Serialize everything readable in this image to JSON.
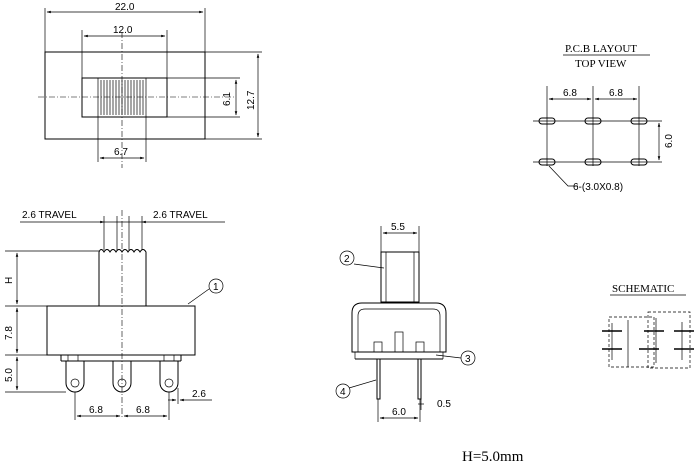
{
  "top_view": {
    "width_total": "22.0",
    "width_knob_area": "12.0",
    "height_total": "12.7",
    "height_inner": "6.1",
    "knob_width": "6.7"
  },
  "pcb_layout": {
    "title": "P.C.B LAYOUT",
    "subtitle": "TOP VIEW",
    "pitch_left": "6.8",
    "pitch_right": "6.8",
    "row_spacing": "6.0",
    "hole_note": "6-(3.0X0.8)"
  },
  "side_view": {
    "travel_left": "2.6 TRAVEL",
    "travel_right": "2.6 TRAVEL",
    "height_h": "H",
    "height_body": "7.8",
    "height_pins": "5.0",
    "pitch_left": "6.8",
    "pitch_right": "6.8",
    "pin_offset": "2.6",
    "callout_1": "1"
  },
  "end_view": {
    "knob_width": "5.5",
    "pin_spacing": "6.0",
    "pin_thickness": "0.5",
    "callout_2": "2",
    "callout_3": "3",
    "callout_4": "4"
  },
  "schematic": {
    "title": "SCHEMATIC"
  },
  "footer": {
    "h_note": "H=5.0mm"
  }
}
